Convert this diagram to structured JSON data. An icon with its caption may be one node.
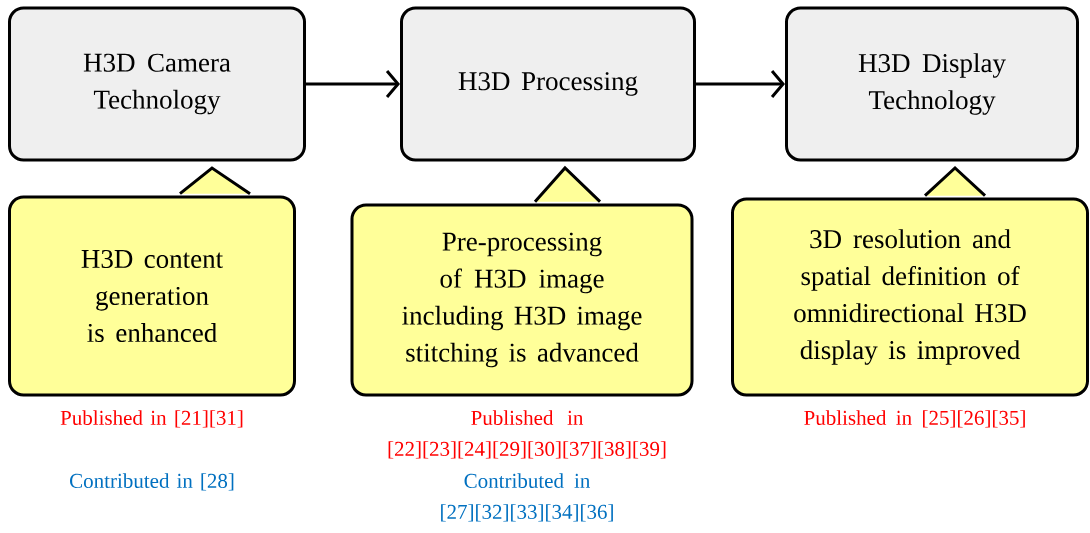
{
  "diagram": {
    "nodes": [
      {
        "text": [
          "H3D Camera Technology"
        ]
      },
      {
        "text": [
          "H3D Processing"
        ]
      },
      {
        "text": [
          "H3D Display Technology"
        ]
      },
      {
        "text": [
          "H3D content generation is enhanced"
        ],
        "beside": [
          "Published in [21][31]",
          "Contributed in [28]"
        ]
      },
      {
        "text": [
          "Pre-processing of H3D image including H3D image stitching is advanced"
        ],
        "beside": [
          "Published in [22][23][24][29][30][37][38][39]",
          "Contributed in [27][32][33][34][36]"
        ]
      },
      {
        "text": [
          "3D resolution and spatial definition of omnidirectional H3D display is improved"
        ],
        "beside": [
          "Published in [25][26][35]"
        ]
      }
    ],
    "edges": [
      {
        "from": 0,
        "to": 1,
        "arrow": "to"
      },
      {
        "from": 1,
        "to": 2,
        "arrow": "to"
      }
    ]
  }
}
